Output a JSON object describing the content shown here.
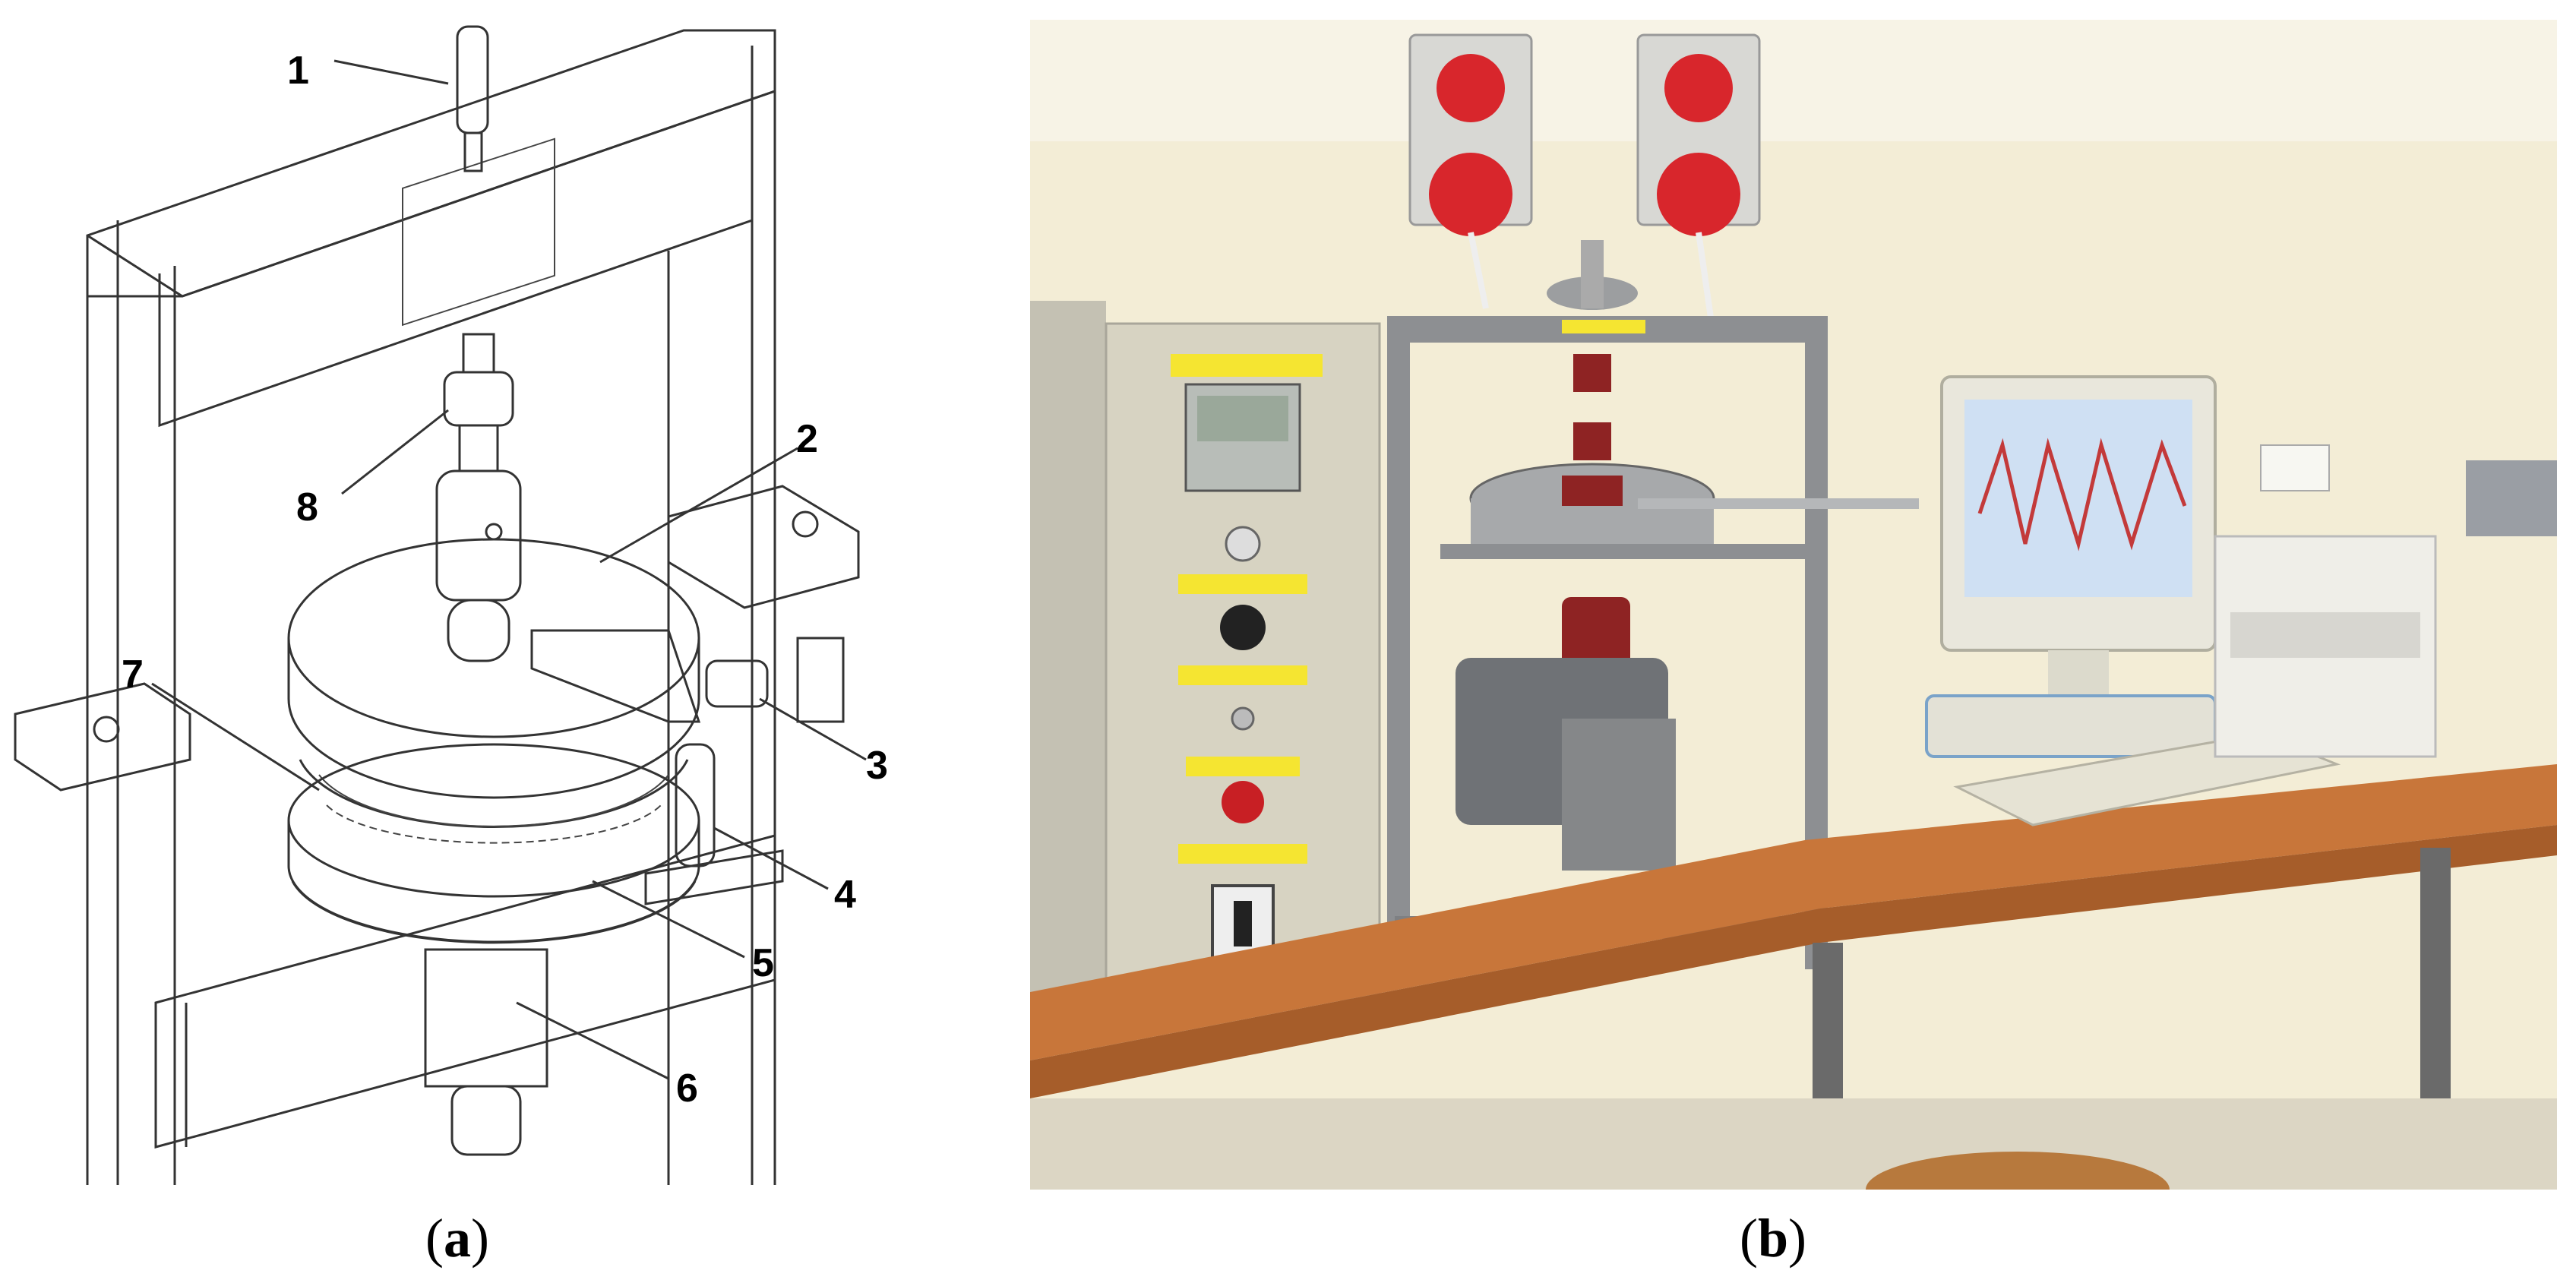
{
  "panels": {
    "a": {
      "caption_open": "(",
      "caption_letter": "a",
      "caption_close": ")",
      "callouts": [
        "1",
        "2",
        "3",
        "4",
        "5",
        "6",
        "7",
        "8"
      ]
    },
    "b": {
      "caption_open": "(",
      "caption_letter": "b",
      "caption_close": ")"
    }
  },
  "colors": {
    "wall": "#f3edd6",
    "wall_shade": "#e6ddc0",
    "cabinet": "#d7d3c2",
    "frame": "#8d8f92",
    "table": "#c8763a",
    "table_edge": "#a65d2a",
    "motor_red": "#8e2323",
    "monitor": "#e9e7dc",
    "screen": "#cfe0f3",
    "signal": "#c33a3a",
    "socket_red": "#d8262c",
    "label_yellow": "#f5e531"
  }
}
